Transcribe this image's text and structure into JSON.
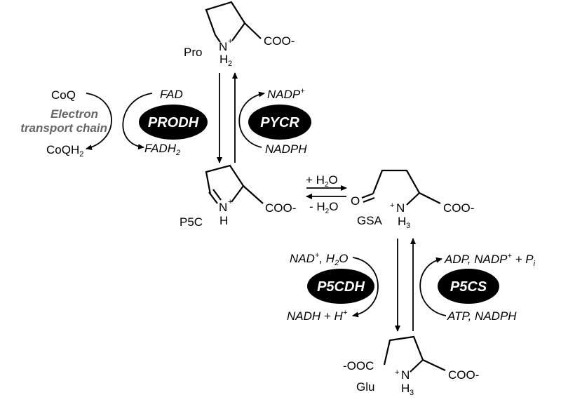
{
  "molecules": {
    "pro": {
      "label": "Pro",
      "cooh": "COO-",
      "n": "N",
      "plus": "+",
      "h": "H",
      "sub": "2"
    },
    "p5c": {
      "label": "P5C",
      "cooh": "COO-",
      "n": "N",
      "plus": "+",
      "h": "H"
    },
    "gsa": {
      "label": "GSA",
      "cooh": "COO-",
      "o": "O",
      "plus": "+",
      "n": "N",
      "h": "H",
      "sub": "3"
    },
    "glu": {
      "label": "Glu",
      "cooh": "COO-",
      "cooh_left": "-OOC",
      "plus": "+",
      "n": "N",
      "h": "H",
      "sub": "3"
    }
  },
  "enzymes": {
    "prodh": "PRODH",
    "pycr": "PYCR",
    "p5cdh": "P5CDH",
    "p5cs": "P5CS"
  },
  "cofactors": {
    "coq": "CoQ",
    "coqh2": "CoQH",
    "coqh2_sub": "2",
    "etc_line1": "Electron",
    "etc_line2": "transport chain",
    "fad": "FAD",
    "fadh2": "FADH",
    "fadh2_sub": "2",
    "nadp": "NADP",
    "nadp_sup": "+",
    "nadph": "NADPH",
    "nad_h2o": "NAD",
    "nad_sup": "+",
    "nad_h2o_rest": ", H",
    "h2o_sub": "2",
    "h2o_o": "O",
    "nadh": "NADH + H",
    "nadh_sup": "+",
    "adp": "ADP, NADP",
    "adp_sup": "+",
    "adp_rest": " + P",
    "adp_sub": "i",
    "atp": "ATP, NADPH"
  },
  "equilibrium": {
    "forward": "+ H",
    "forward_sub": "2",
    "forward_o": "O",
    "reverse": "- H",
    "reverse_sub": "2",
    "reverse_o": "O"
  }
}
